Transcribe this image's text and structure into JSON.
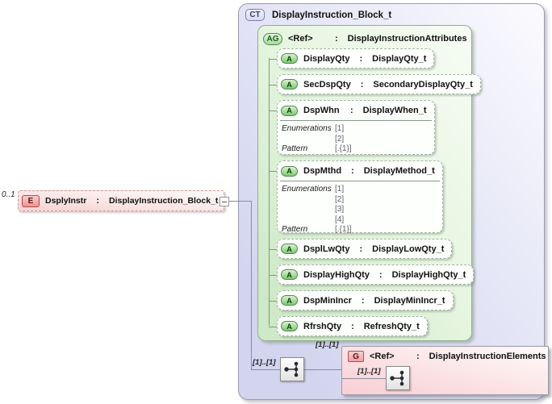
{
  "ui": {
    "sep": ":"
  },
  "complex_type": {
    "badge": "CT",
    "title": "DisplayInstruction_Block_t"
  },
  "attribute_group": {
    "badge": "AG",
    "name": "<Ref>",
    "type": "DisplayInstructionAttributes",
    "attributes": [
      {
        "badge": "A",
        "name": "DisplayQty",
        "type": "DisplayQty_t"
      },
      {
        "badge": "A",
        "name": "SecDspQty",
        "type": "SecondaryDisplayQty_t"
      },
      {
        "badge": "A",
        "name": "DspWhn",
        "type": "DisplayWhen_t",
        "facets": {
          "enum_label": "Enumerations",
          "enum_values": [
            "[1]",
            "[2]"
          ],
          "pattern_label": "Pattern",
          "pattern_value": "[.{1}]"
        }
      },
      {
        "badge": "A",
        "name": "DspMthd",
        "type": "DisplayMethod_t",
        "facets": {
          "enum_label": "Enumerations",
          "enum_values": [
            "[1]",
            "[2]",
            "[3]",
            "[4]"
          ],
          "pattern_label": "Pattern",
          "pattern_value": "[.{1}]"
        }
      },
      {
        "badge": "A",
        "name": "DsplLwQty",
        "type": "DisplayLowQty_t"
      },
      {
        "badge": "A",
        "name": "DisplayHighQty",
        "type": "DisplayHighQty_t"
      },
      {
        "badge": "A",
        "name": "DspMinIncr",
        "type": "DisplayMinIncr_t"
      },
      {
        "badge": "A",
        "name": "RfrshQty",
        "type": "RefreshQty_t"
      }
    ]
  },
  "element": {
    "occurrence": "0..1",
    "badge": "E",
    "name": "DsplyInstr",
    "type": "DisplayInstruction_Block_t"
  },
  "group": {
    "badge": "G",
    "name": "<Ref>",
    "type": "DisplayInstructionElements"
  },
  "connectors": {
    "rail_occurrence": "[1]..[1]",
    "group_occurrence": "[1]..[1]",
    "inner_occurrence": "[1]..[1]"
  },
  "colors": {
    "complex_type_fill": "#d3d5ef",
    "attribute_group_fill": "#d8eed2",
    "attribute_badge": "#7ec873",
    "element_fill": "#f6d6d6",
    "group_fill": "#f8d0d5",
    "connector_line": "#8b8b9b"
  }
}
